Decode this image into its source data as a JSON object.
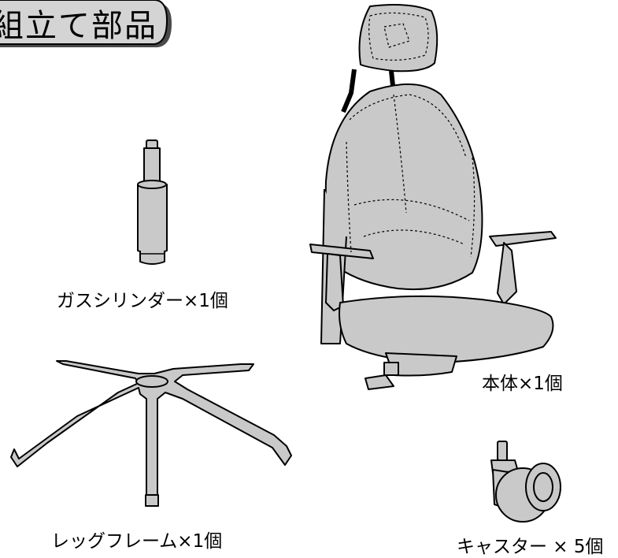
{
  "header": {
    "title": "組立て部品"
  },
  "parts": [
    {
      "key": "gas",
      "label": "ガスシリンダー×1個"
    },
    {
      "key": "body",
      "label": "本体×1個"
    },
    {
      "key": "leg",
      "label": "レッグフレーム×1個"
    },
    {
      "key": "caster",
      "label": "キャスター × 5個"
    }
  ],
  "colors": {
    "part_fill": "#c9c9c9",
    "outline": "#000000",
    "tab_fill": "#d4d4d4"
  }
}
